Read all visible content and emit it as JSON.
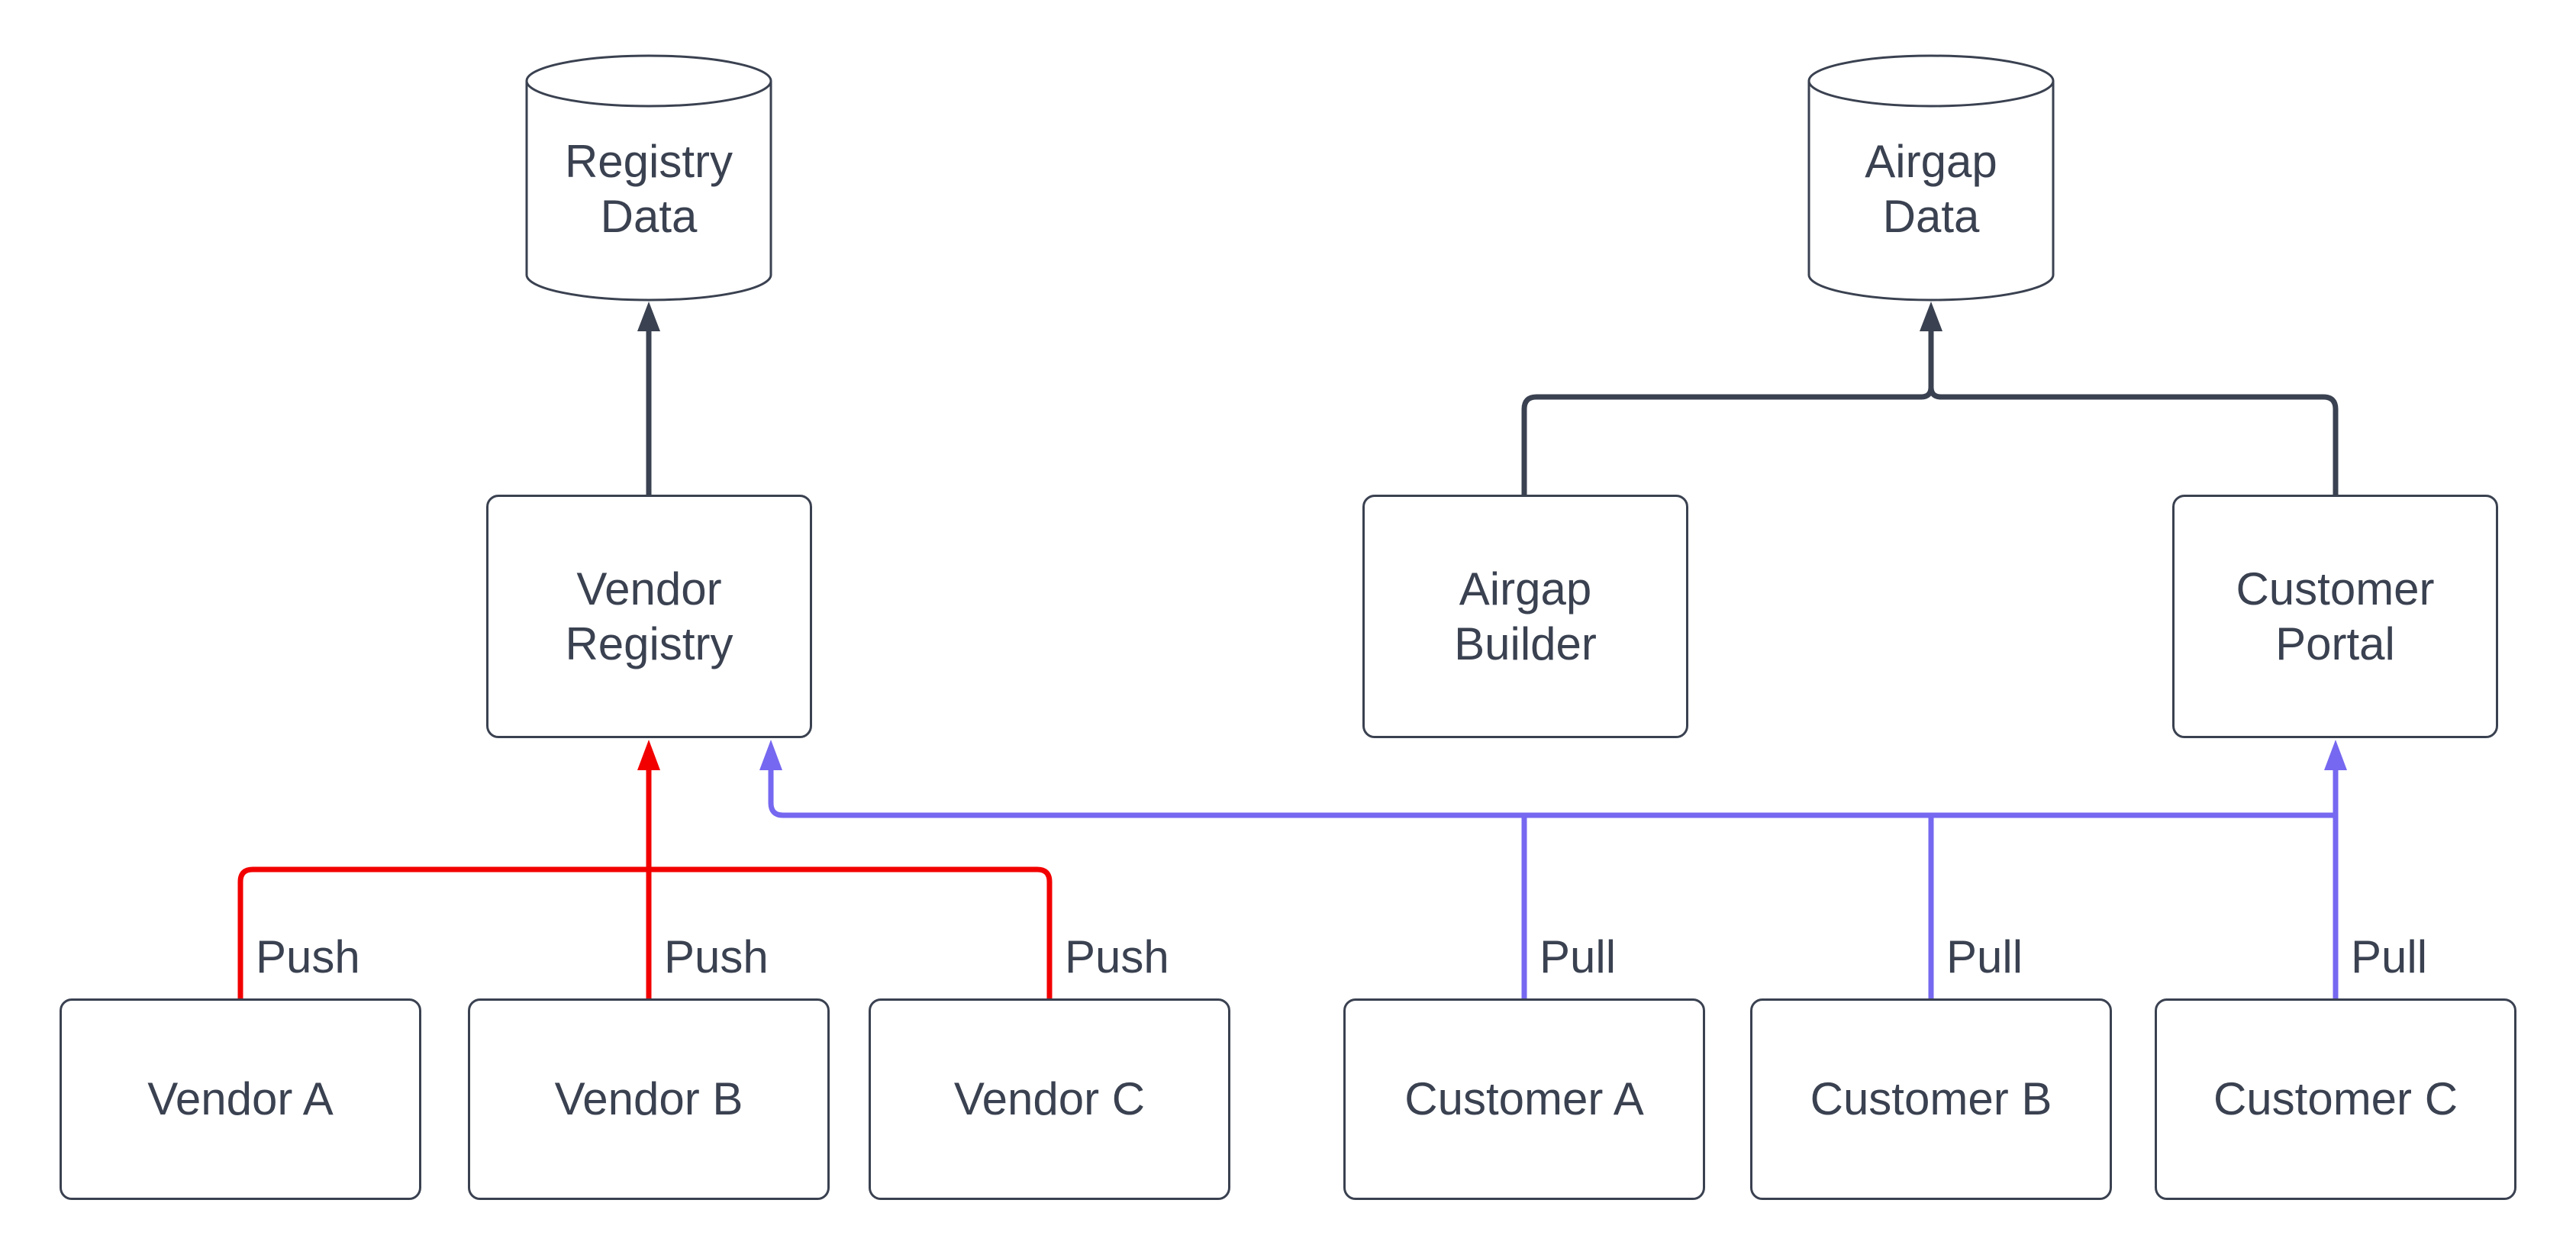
{
  "nodes": {
    "registry_data": {
      "line1": "Registry",
      "line2": "Data"
    },
    "airgap_data": {
      "line1": "Airgap",
      "line2": "Data"
    },
    "vendor_registry": {
      "line1": "Vendor",
      "line2": "Registry"
    },
    "airgap_builder": {
      "line1": "Airgap",
      "line2": "Builder"
    },
    "customer_portal": {
      "line1": "Customer",
      "line2": "Portal"
    },
    "vendor_a": {
      "label": "Vendor A"
    },
    "vendor_b": {
      "label": "Vendor B"
    },
    "vendor_c": {
      "label": "Vendor C"
    },
    "customer_a": {
      "label": "Customer A"
    },
    "customer_b": {
      "label": "Customer B"
    },
    "customer_c": {
      "label": "Customer C"
    }
  },
  "edge_labels": {
    "push_vendor_a": "Push",
    "push_vendor_b": "Push",
    "push_vendor_c": "Push",
    "pull_customer_a": "Pull",
    "pull_customer_b": "Pull",
    "pull_customer_c": "Pull"
  },
  "connections": [
    {
      "from": "Vendor A",
      "to": "Vendor Registry",
      "label": "Push",
      "color": "#F20000"
    },
    {
      "from": "Vendor B",
      "to": "Vendor Registry",
      "label": "Push",
      "color": "#F20000"
    },
    {
      "from": "Vendor C",
      "to": "Vendor Registry",
      "label": "Push",
      "color": "#F20000"
    },
    {
      "from": "Customer A",
      "to": "Vendor Registry & Customer Portal",
      "label": "Pull",
      "color": "#7668F0"
    },
    {
      "from": "Customer B",
      "to": "Vendor Registry & Customer Portal",
      "label": "Pull",
      "color": "#7668F0"
    },
    {
      "from": "Customer C",
      "to": "Vendor Registry & Customer Portal",
      "label": "Pull",
      "color": "#7668F0"
    },
    {
      "from": "Vendor Registry",
      "to": "Registry Data",
      "label": "",
      "color": "#3A4150"
    },
    {
      "from": "Airgap Builder",
      "to": "Airgap Data",
      "label": "",
      "color": "#3A4150"
    },
    {
      "from": "Customer Portal",
      "to": "Airgap Data",
      "label": "",
      "color": "#3A4150"
    }
  ],
  "colors": {
    "push_edge": "#F20000",
    "pull_edge": "#7668F0",
    "flow_edge": "#3A4150",
    "node_border": "#3A4150",
    "node_fill": "#FFFFFF",
    "text": "#3A4150",
    "background": "#FFFFFF"
  }
}
